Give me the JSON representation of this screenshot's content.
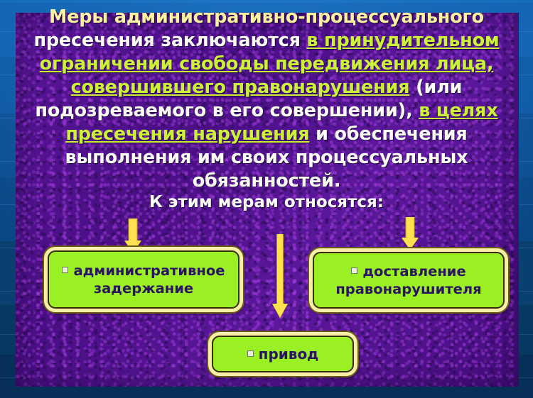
{
  "slide": {
    "background_color": "#0a4785",
    "panel_color": "#51138c",
    "accent_lime": "#ccf238",
    "accent_cream": "#fbf3a0",
    "box_fill": "#9bf024",
    "box_border": "#f7efa8",
    "arrow_color": "#ffe14f"
  },
  "headline": {
    "line1": "Меры административно-процессуального",
    "line2_plain": "пресечения заключаются ",
    "line2_underlined": "в принудительном",
    "line3_underlined": "ограничении свободы передвижения лица,",
    "line4_underlined": "совершившего правонарушения",
    "line4_plain": " (или",
    "line5_plain": "подозреваемого в его совершении), ",
    "line5_underlined": "в целях",
    "line6_underlined": "пресечения нарушения",
    "line6_plain": " и обеспечения",
    "line7": "выполнения им своих процессуальных",
    "line8": "обязанностей."
  },
  "subhead": {
    "text": "К этим мерам относятся:"
  },
  "boxes": [
    {
      "id": "detention",
      "bullet": "square-bullet",
      "line1": "административное",
      "line2": "задержание"
    },
    {
      "id": "delivery",
      "bullet": "square-bullet",
      "line1": "доставление",
      "line2": "правонарушителя"
    },
    {
      "id": "drive",
      "bullet": "square-bullet",
      "line1": "привод",
      "line2": ""
    }
  ],
  "arrows": {
    "left": "down-arrow",
    "center": "down-arrow-long",
    "right": "down-arrow"
  }
}
